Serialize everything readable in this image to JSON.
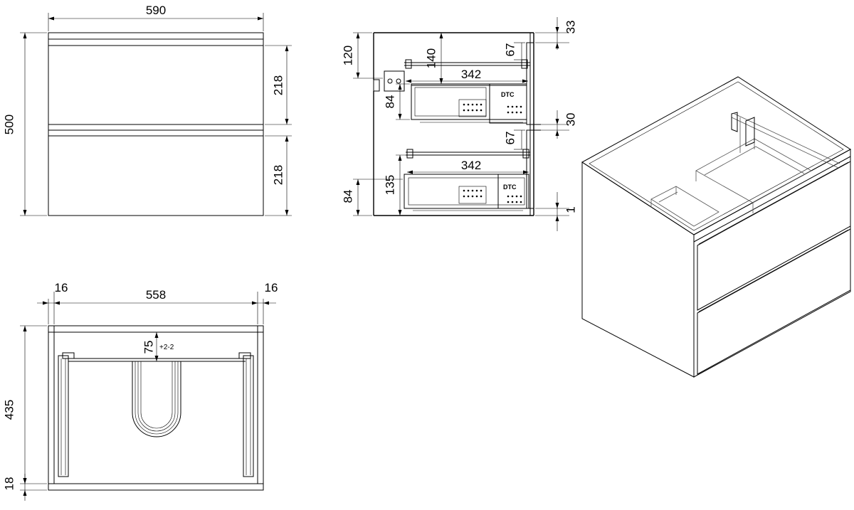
{
  "front_view": {
    "width": "590",
    "height": "500",
    "drawer_upper": "218",
    "drawer_lower": "218"
  },
  "side_view": {
    "upper": {
      "depth_top": "120",
      "rail_height": "140",
      "slide_length": "342",
      "drawer_height": "84",
      "gap": "67",
      "top_offset": "33"
    },
    "lower": {
      "rail_height": "135",
      "slide_length": "342",
      "drawer_height": "84",
      "gap": "67",
      "mid_offset": "30",
      "bottom_offset": "1"
    },
    "brand_mark": "DTC"
  },
  "top_view": {
    "side_left": "16",
    "inner_width": "558",
    "side_right": "16",
    "depth": "435",
    "base": "18",
    "cutout_depth": "75",
    "tolerance": "+2-2"
  }
}
